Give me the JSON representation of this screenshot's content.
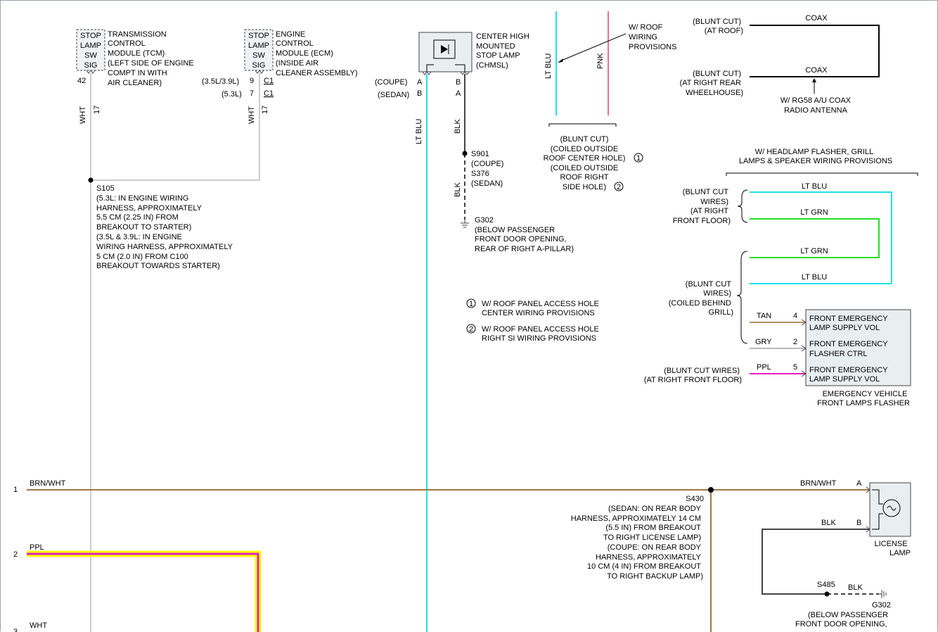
{
  "tcm": {
    "pins": [
      "STOP",
      "LAMP",
      "SW",
      "SIG"
    ],
    "lines": [
      "TRANSMISSION",
      "CONTROL",
      "MODULE (TCM)",
      "(LEFT SIDE OF ENGINE",
      "COMPT IN WITH",
      "AIR CLEANER)"
    ],
    "pin_no": "42",
    "wire_color": "WHT",
    "circuit": "17"
  },
  "ecm": {
    "pins": [
      "STOP",
      "LAMP",
      "SW",
      "SIG"
    ],
    "lines": [
      "ENGINE",
      "CONTROL",
      "MODULE (ECM)",
      "(INSIDE AIR",
      "CLEANER ASSEMBLY)"
    ],
    "variant1": "(3.5L/3.9L)",
    "variant2": "(5.3L)",
    "pin1": "9",
    "pin2": "7",
    "conn1": "C1",
    "conn2": "C1",
    "wire_color": "WHT",
    "circuit": "17"
  },
  "s105": {
    "name": "S105",
    "lines": [
      "(5.3L: IN ENGINE WIRING",
      "HARNESS, APPROXIMATELY",
      "5.5 CM (2.25 IN) FROM",
      "BREAKOUT TO STARTER)",
      "(3.5L & 3.9L: IN ENGINE",
      "WIRING HARNESS, APPROXIMATELY",
      "5 CM (2.0 IN) FROM C100",
      "BREAKOUT TOWARDS STARTER)"
    ]
  },
  "chmsl": {
    "lines": [
      "CENTER HIGH",
      "MOUNTED",
      "STOP LAMP",
      "(CHMSL)"
    ],
    "coupe": "(COUPE)",
    "sedan": "(SEDAN)",
    "pinA": "A",
    "pinB": "B",
    "pinB2": "B",
    "pinA2": "A",
    "wire_left": "LT BLU",
    "wire_right": "BLK"
  },
  "s901": {
    "lines": [
      "S901",
      "(COUPE)",
      "S376",
      "(SEDAN)"
    ],
    "wire": "BLK"
  },
  "g302": {
    "lines": [
      "G302",
      "(BELOW PASSENGER",
      "FRONT DOOR OPENING,",
      "REAR OF RIGHT A-PILLAR)"
    ]
  },
  "roof": {
    "wire1": "LT BLU",
    "wire2": "PNK",
    "provisions": [
      "W/ ROOF",
      "WIRING",
      "PROVISIONS"
    ],
    "blunt": [
      "(BLUNT CUT)",
      "(COILED OUTSIDE",
      "ROOF CENTER HOLE)",
      "(COILED OUTSIDE",
      "ROOF RIGHT",
      "SIDE HOLE)"
    ],
    "n1": "1",
    "n2": "2"
  },
  "notes": [
    {
      "n": "1",
      "lines": [
        "W/ ROOF PANEL ACCESS HOLE",
        "CENTER WIRING PROVISIONS"
      ]
    },
    {
      "n": "2",
      "lines": [
        "W/ ROOF PANEL ACCESS HOLE",
        "RIGHT SI WIRING PROVISIONS"
      ]
    }
  ],
  "coax": {
    "top_label": [
      "(BLUNT CUT)",
      "(AT ROOF)"
    ],
    "bottom_label": [
      "(BLUNT CUT)",
      "(AT RIGHT REAR",
      "WHEELHOUSE)"
    ],
    "wire1": "COAX",
    "wire2": "COAX",
    "antenna": [
      "W/ RG58 A/U COAX",
      "RADIO ANTENNA"
    ]
  },
  "headlamp": {
    "title": [
      "W/ HEADLAMP FLASHER, GRILL",
      "LAMPS & SPEAKER WIRING PROVISIONS"
    ],
    "blunt1": [
      "(BLUNT CUT",
      "WIRES)",
      "(AT RIGHT",
      "FRONT FLOOR)"
    ],
    "blunt2": [
      "(BLUNT CUT",
      "WIRES)",
      "(COILED BEHIND",
      "GRILL)"
    ],
    "wires": [
      "LT BLU",
      "LT GRN",
      "LT GRN",
      "LT BLU"
    ]
  },
  "flasher": {
    "rows": [
      {
        "wire": "TAN",
        "pin": "4",
        "lines": [
          "FRONT EMERGENCY",
          "LAMP SUPPLY VOL"
        ]
      },
      {
        "wire": "GRY",
        "pin": "2",
        "lines": [
          "FRONT EMERGENCY",
          "FLASHER CTRL"
        ]
      },
      {
        "wire": "PPL",
        "pin": "5",
        "lines": [
          "FRONT EMERGENCY",
          "LAMP SUPPLY VOL"
        ]
      }
    ],
    "ppl_label": [
      "(BLUNT CUT WIRES)",
      "(AT RIGHT FRONT FLOOR)"
    ],
    "name": [
      "EMERGENCY VEHICLE",
      "FRONT LAMPS FLASHER"
    ]
  },
  "bus": [
    {
      "n": "1",
      "wire": "BRN/WHT"
    },
    {
      "n": "2",
      "wire": "PPL"
    },
    {
      "n": "3",
      "wire": "WHT"
    }
  ],
  "s430": {
    "name": "S430",
    "lines": [
      "(SEDAN: ON REAR BODY",
      "HARNESS, APPROXIMATELY 14 CM",
      "(5.5 IN) FROM BREAKOUT",
      "TO RIGHT LICENSE LAMP)",
      "(COUPE: ON REAR BODY",
      "HARNESS, APPROXIMATELY",
      "10 CM (4 IN) FROM BREAKOUT",
      "TO RIGHT BACKUP LAMP)"
    ]
  },
  "license": {
    "wireA": "BRN/WHT",
    "pinA": "A",
    "wireB": "BLK",
    "pinB": "B",
    "name": [
      "LICENSE",
      "LAMP"
    ],
    "splice": "S485",
    "splice_wire": "BLK",
    "ground": [
      "G302",
      "(BELOW PASSENGER",
      "FRONT DOOR OPENING,"
    ]
  },
  "colors": {
    "wht": "#cccccc",
    "ltblu": "#22e0e8",
    "pnk": "#f07090",
    "brn": "#a07840",
    "ppl": "#e020c0",
    "yellow": "#ffff00",
    "ltgrn": "#22e022",
    "blk": "#444444"
  }
}
